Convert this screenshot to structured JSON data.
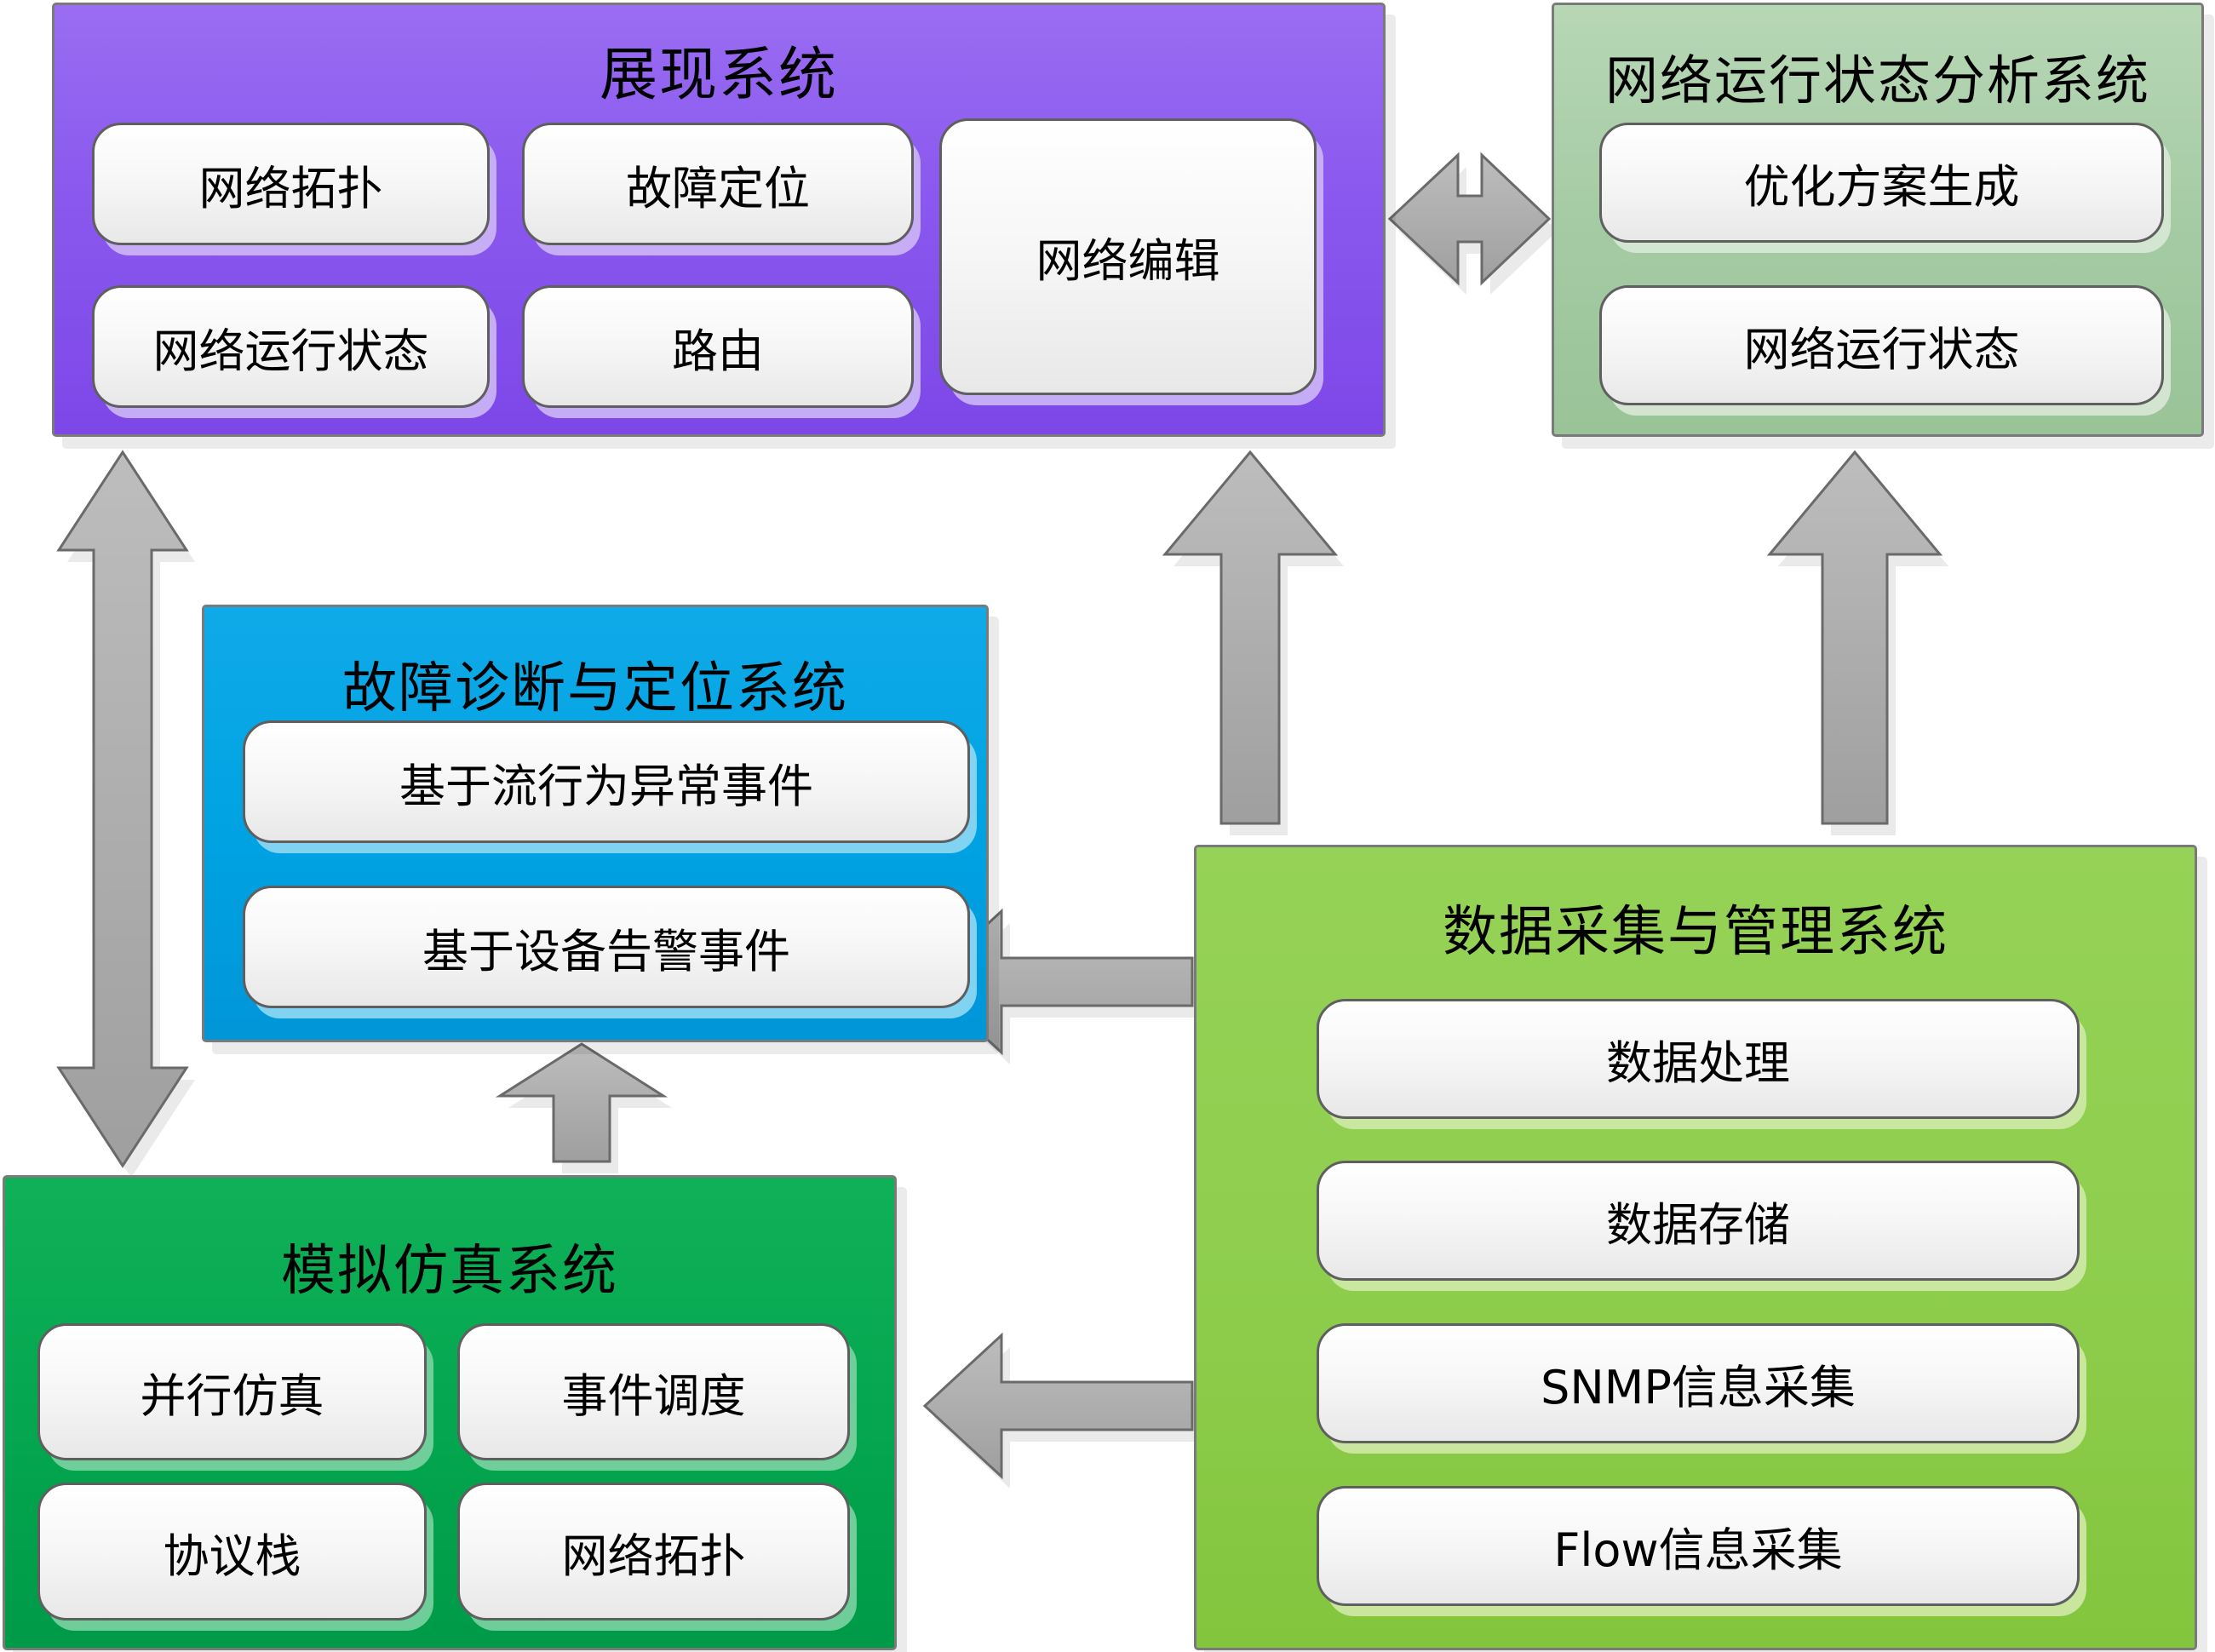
{
  "systems": {
    "presentation": {
      "title": "展现系统",
      "modules": [
        "网络拓扑",
        "故障定位",
        "网络编辑",
        "网络运行状态",
        "路由"
      ]
    },
    "analysis": {
      "title": "网络运行状态分析系统",
      "modules": [
        "优化方案生成",
        "网络运行状态"
      ]
    },
    "diagnosis": {
      "title": "故障诊断与定位系统",
      "modules": [
        "基于流行为异常事件",
        "基于设备告警事件"
      ]
    },
    "simulation": {
      "title": "模拟仿真系统",
      "modules": [
        "并行仿真",
        "事件调度",
        "协议栈",
        "网络拓扑"
      ]
    },
    "data_collection": {
      "title": "数据采集与管理系统",
      "modules": [
        "数据处理",
        "数据存储",
        "SNMP信息采集",
        "Flow信息采集"
      ]
    }
  },
  "arrows": [
    {
      "name": "presentation-analysis",
      "type": "double-headed",
      "orientation": "horizontal"
    },
    {
      "name": "presentation-simulation",
      "type": "double-headed",
      "orientation": "vertical"
    },
    {
      "name": "data-to-presentation",
      "type": "single",
      "direction": "up"
    },
    {
      "name": "data-to-analysis",
      "type": "single",
      "direction": "up"
    },
    {
      "name": "data-to-diagnosis",
      "type": "single",
      "direction": "left"
    },
    {
      "name": "data-to-simulation",
      "type": "single",
      "direction": "left"
    },
    {
      "name": "simulation-to-diagnosis",
      "type": "single",
      "direction": "up"
    }
  ],
  "colors": {
    "presentation_fill": "#8a58ee",
    "analysis_fill": "#a5cba4",
    "diagnosis_fill": "#00a2e2",
    "simulation_fill": "#04a750",
    "data_fill": "#8fce4e",
    "module_fill": "#f2f2f2",
    "arrow_fill": "#ababab",
    "arrow_border": "#6a6a6a",
    "text": "#000000"
  }
}
